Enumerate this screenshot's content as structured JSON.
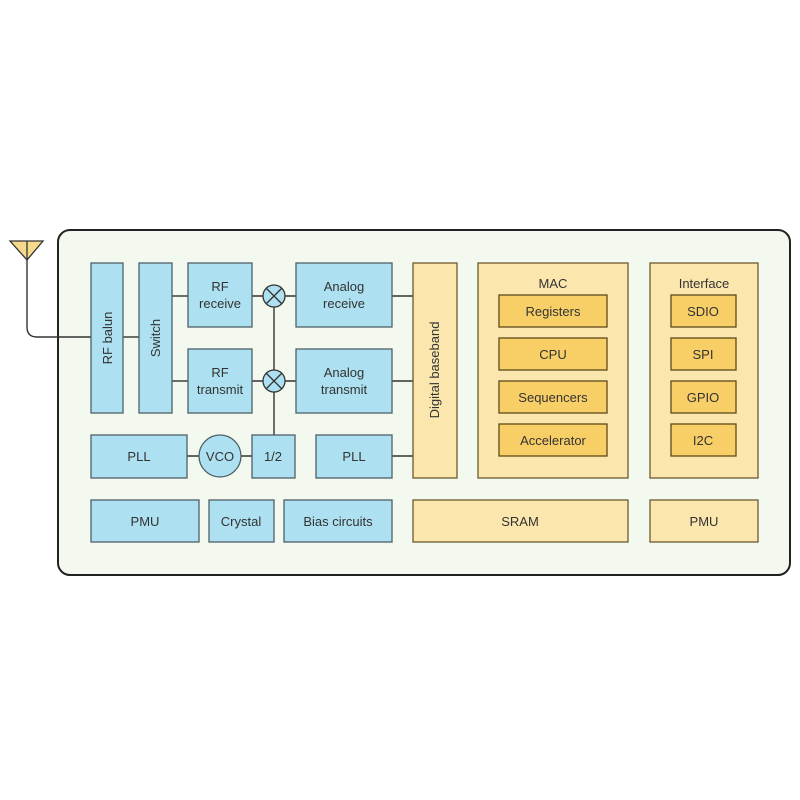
{
  "diagram": {
    "colors": {
      "analog": "#ade0f1",
      "digital": "#fbe6ae",
      "digital_inner": "#f8cf66",
      "chip": "#f4f9f0"
    },
    "rf": {
      "rf_balun": "RF balun",
      "switch": "Switch",
      "rf_receive": [
        "RF",
        "receive"
      ],
      "rf_transmit": [
        "RF",
        "transmit"
      ],
      "analog_receive": [
        "Analog",
        "receive"
      ],
      "analog_transmit": [
        "Analog",
        "transmit"
      ],
      "pll_left": "PLL",
      "vco": "VCO",
      "divider": "1/2",
      "pll_right": "PLL",
      "pmu": "PMU",
      "crystal": "Crystal",
      "bias": "Bias circuits"
    },
    "digital": {
      "baseband": "Digital baseband",
      "mac": {
        "title": "MAC",
        "items": [
          "Registers",
          "CPU",
          "Sequencers",
          "Accelerator"
        ]
      },
      "interface": {
        "title": "Interface",
        "items": [
          "SDIO",
          "SPI",
          "GPIO",
          "I2C"
        ]
      },
      "sram": "SRAM",
      "pmu": "PMU"
    }
  }
}
